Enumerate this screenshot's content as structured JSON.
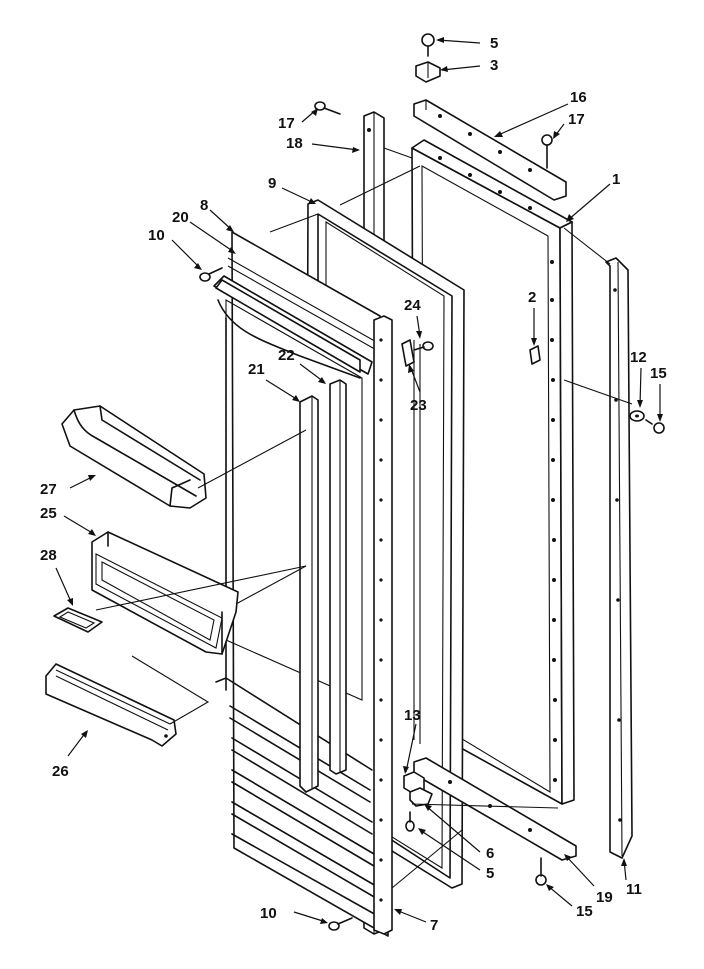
{
  "header_fragment": "",
  "callouts": [
    {
      "id": "c5a",
      "text": "5"
    },
    {
      "id": "c3",
      "text": "3"
    },
    {
      "id": "c16",
      "text": "16"
    },
    {
      "id": "c17a",
      "text": "17"
    },
    {
      "id": "c17b",
      "text": "17"
    },
    {
      "id": "c18",
      "text": "18"
    },
    {
      "id": "c1",
      "text": "1"
    },
    {
      "id": "c9",
      "text": "9"
    },
    {
      "id": "c8",
      "text": "8"
    },
    {
      "id": "c20",
      "text": "20"
    },
    {
      "id": "c10a",
      "text": "10"
    },
    {
      "id": "c2",
      "text": "2"
    },
    {
      "id": "c24",
      "text": "24"
    },
    {
      "id": "c22",
      "text": "22"
    },
    {
      "id": "c21",
      "text": "21"
    },
    {
      "id": "c12",
      "text": "12"
    },
    {
      "id": "c15a",
      "text": "15"
    },
    {
      "id": "c23",
      "text": "23"
    },
    {
      "id": "c27",
      "text": "27"
    },
    {
      "id": "c25",
      "text": "25"
    },
    {
      "id": "c28",
      "text": "28"
    },
    {
      "id": "c13",
      "text": "13"
    },
    {
      "id": "c26",
      "text": "26"
    },
    {
      "id": "c6",
      "text": "6"
    },
    {
      "id": "c5b",
      "text": "5"
    },
    {
      "id": "c19",
      "text": "19"
    },
    {
      "id": "c11",
      "text": "11"
    },
    {
      "id": "c10b",
      "text": "10"
    },
    {
      "id": "c7",
      "text": "7"
    },
    {
      "id": "c15b",
      "text": "15"
    }
  ]
}
